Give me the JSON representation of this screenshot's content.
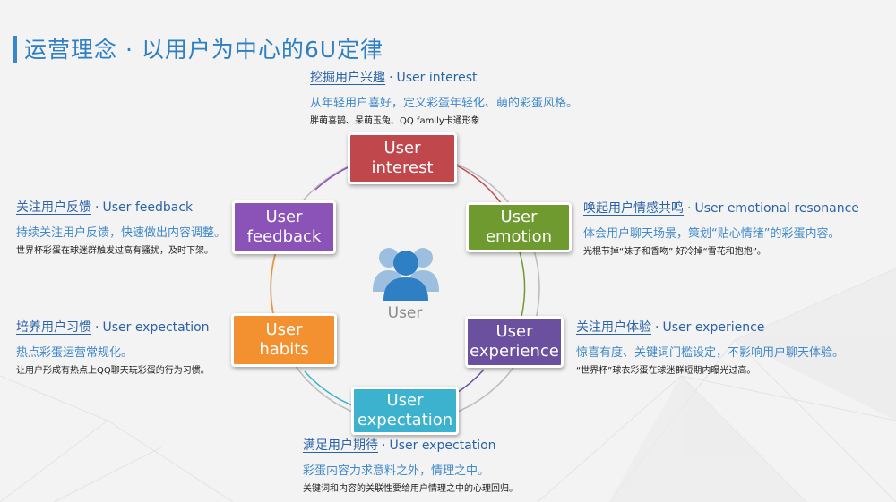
{
  "title": "运营理念 · 以用户为中心的6U定律",
  "center": {
    "label": "User",
    "icon": "users-group-icon"
  },
  "nodes": {
    "interest": {
      "line1": "User",
      "line2": "interest",
      "color": "#c0474b"
    },
    "emotion": {
      "line1": "User",
      "line2": "emotion",
      "color": "#6f9a2f"
    },
    "experience": {
      "line1": "User",
      "line2": "experience",
      "color": "#6b50a0"
    },
    "expectation": {
      "line1": "User",
      "line2": "expectation",
      "color": "#3cb2cf"
    },
    "habits": {
      "line1": "User",
      "line2": "habits",
      "color": "#f39130"
    },
    "feedback": {
      "line1": "User",
      "line2": "feedback",
      "color": "#8b52b8"
    }
  },
  "blocks": {
    "interest": {
      "zh": "挖掘用户兴趣",
      "sep": "·",
      "en": "User interest",
      "line1": "从年轻用户喜好，定义彩蛋年轻化、萌的彩蛋风格。",
      "line2": "胖萌喜鹊、呆萌玉兔、QQ family卡通形象"
    },
    "emotion": {
      "zh": "唤起用户情感共鸣",
      "sep": "·",
      "en": "User emotional resonance",
      "line1": "体会用户聊天场景，策划“贴心情绪”的彩蛋内容。",
      "line2": "光棍节掉“妹子和香吻” 好冷掉“雪花和抱抱”。"
    },
    "experience": {
      "zh": "关注用户体验",
      "sep": "·",
      "en": "User experience",
      "line1": "惊喜有度、关键词门槛设定，不影响用户聊天体验。",
      "line2": "“世界杯”球衣彩蛋在球迷群短期内曝光过高。"
    },
    "expectation": {
      "zh": "满足用户期待",
      "sep": "·",
      "en": "User expectation",
      "line1": "彩蛋内容力求意料之外，情理之中。",
      "line2": "关键词和内容的关联性要给用户情理之中的心理回归。"
    },
    "habits": {
      "zh": "培养用户习惯",
      "sep": "·",
      "en": "User expectation",
      "line1": "热点彩蛋运营常规化。",
      "line2": "让用户形成有热点上QQ聊天玩彩蛋的行为习惯。"
    },
    "feedback": {
      "zh": "关注用户反馈",
      "sep": "·",
      "en": "User feedback",
      "line1": "持续关注用户反馈，快速做出内容调整。",
      "line2": "世界杯彩蛋在球迷群触发过高有骚扰，及时下架。"
    }
  }
}
